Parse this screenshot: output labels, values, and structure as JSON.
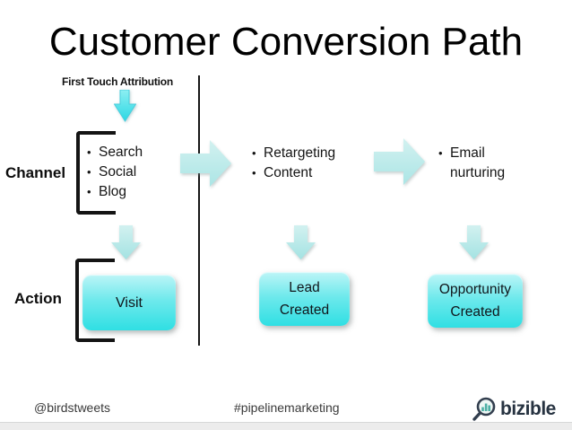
{
  "title": "Customer Conversion Path",
  "attribution": {
    "label": "First Touch Attribution"
  },
  "rows": {
    "channel_label": "Channel",
    "action_label": "Action"
  },
  "bullet_glyph": "•",
  "stages": [
    {
      "channels": [
        "Search",
        "Social",
        "Blog"
      ],
      "action_lines": [
        "Visit"
      ]
    },
    {
      "channels": [
        "Retargeting",
        "Content"
      ],
      "action_lines": [
        "Lead",
        "Created"
      ]
    },
    {
      "channels": [
        "Email nurturing"
      ],
      "action_lines": [
        "Opportunity",
        "Created"
      ]
    }
  ],
  "footer": {
    "handle": "@birdstweets",
    "hashtag": "#pipelinemarketing",
    "brand": "bizible"
  },
  "colors": {
    "arrow_bright_top": "#8deff2",
    "arrow_bright_bottom": "#2bd7e3",
    "arrow_pale_top": "#d2f1f0",
    "arrow_pale_bottom": "#abe5e5",
    "box_gradient_top": "#bdf5f7",
    "box_gradient_bottom": "#2fdfe3",
    "divider": "#161616",
    "logo_teal": "#4db0a5",
    "logo_navy": "#273341"
  }
}
